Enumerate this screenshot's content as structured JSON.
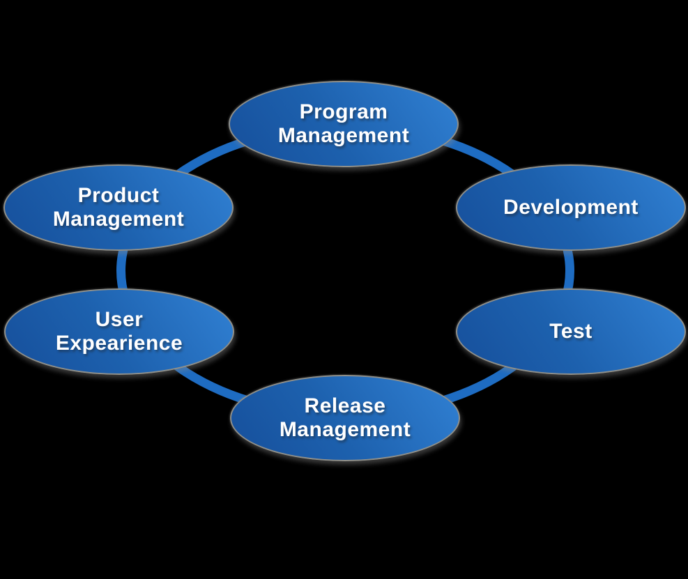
{
  "diagram": {
    "type": "cycle",
    "nodes": [
      {
        "id": "program-management",
        "label": "Program\nManagement"
      },
      {
        "id": "development",
        "label": "Development"
      },
      {
        "id": "test",
        "label": "Test"
      },
      {
        "id": "release-management",
        "label": "Release\nManagement"
      },
      {
        "id": "user-expearience",
        "label": "User\nExpearience"
      },
      {
        "id": "product-management",
        "label": "Product\nManagement"
      }
    ],
    "connector": {
      "shape": "ellipse-ring",
      "color": "#1e6cc2"
    },
    "colors": {
      "background": "#000000",
      "node_gradient_dark": "#164f9b",
      "node_gradient_light": "#3181d4",
      "node_border": "#90908a",
      "label_text": "#ffffff"
    }
  }
}
